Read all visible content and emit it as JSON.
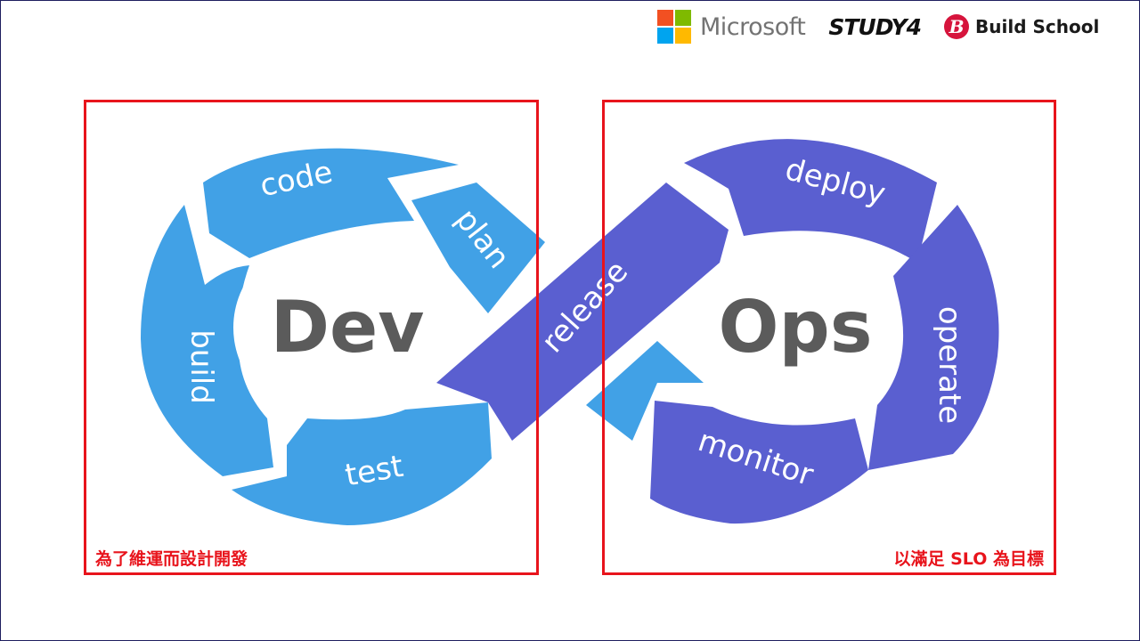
{
  "logos": {
    "microsoft": {
      "text": "Microsoft",
      "colors": [
        "#f25022",
        "#7fba00",
        "#00a4ef",
        "#ffb900"
      ]
    },
    "study4": {
      "text": "STUDY4"
    },
    "build_school": {
      "badge": "B",
      "text": "Build School"
    }
  },
  "diagram": {
    "dev_hub": "Dev",
    "ops_hub": "Ops",
    "dev_color": "#41a1e6",
    "ops_color": "#5a5fd0",
    "segments": {
      "code": "code",
      "plan": "plan",
      "build": "build",
      "test": "test",
      "release": "release",
      "deploy": "deploy",
      "operate": "operate",
      "monitor": "monitor"
    }
  },
  "boxes": {
    "left_caption": "為了維運而設計開發",
    "right_caption": "以滿足 SLO 為目標",
    "border_color": "#e8141c"
  }
}
